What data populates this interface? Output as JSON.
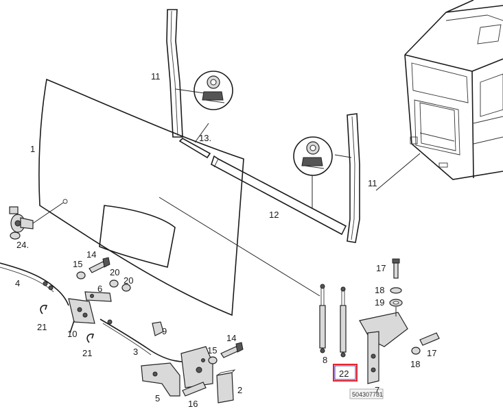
{
  "callouts": {
    "c1": "1",
    "c2": "2",
    "c3": "3",
    "c4": "4",
    "c5": "5",
    "c6": "6",
    "c7": "7",
    "c8": "8",
    "c9": "9",
    "c10": "10",
    "c11a": "11",
    "c11b": "11",
    "c12": "12",
    "c13": "13.",
    "c14a": "14",
    "c14b": "14",
    "c15a": "15",
    "c15b": "15",
    "c16": "16",
    "c17a": "17",
    "c17b": "17",
    "c18a": "18",
    "c18b": "18",
    "c19": "19",
    "c20a": "20",
    "c20b": "20",
    "c21a": "21",
    "c21b": "21",
    "c22": "22",
    "c24": "24."
  },
  "reference_code": "504307781",
  "highlight_color": "#e8232a",
  "highlight_inner_color": "#1d3fd6"
}
